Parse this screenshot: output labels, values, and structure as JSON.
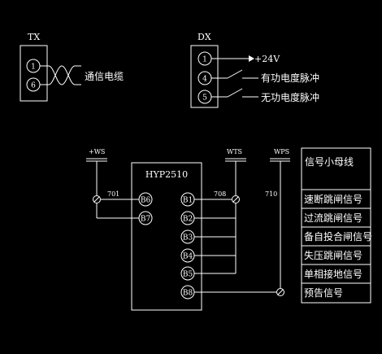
{
  "tx": {
    "title": "TX",
    "terminals": [
      "1",
      "6"
    ],
    "cable_label": "通信电缆"
  },
  "dx": {
    "title": "DX",
    "terminals": [
      "1",
      "4",
      "5"
    ],
    "labels": [
      "+24V",
      "有功电度脉冲",
      "无功电度脉冲"
    ]
  },
  "device": {
    "name": "HYP2510",
    "left_terminals": [
      "B6",
      "B7"
    ],
    "right_terminals": [
      "B1",
      "B2",
      "B3",
      "B4",
      "B5",
      "B8"
    ]
  },
  "buses": [
    "+WS",
    "WTS",
    "WPS"
  ],
  "wires": [
    "701",
    "708",
    "710"
  ],
  "signal_table": {
    "header": "信号小母线",
    "rows": [
      "速断跳闸信号",
      "过流跳闸信号",
      "备自投合闸信号",
      "失压跳闸信号",
      "单相接地信号",
      "预告信号"
    ]
  }
}
